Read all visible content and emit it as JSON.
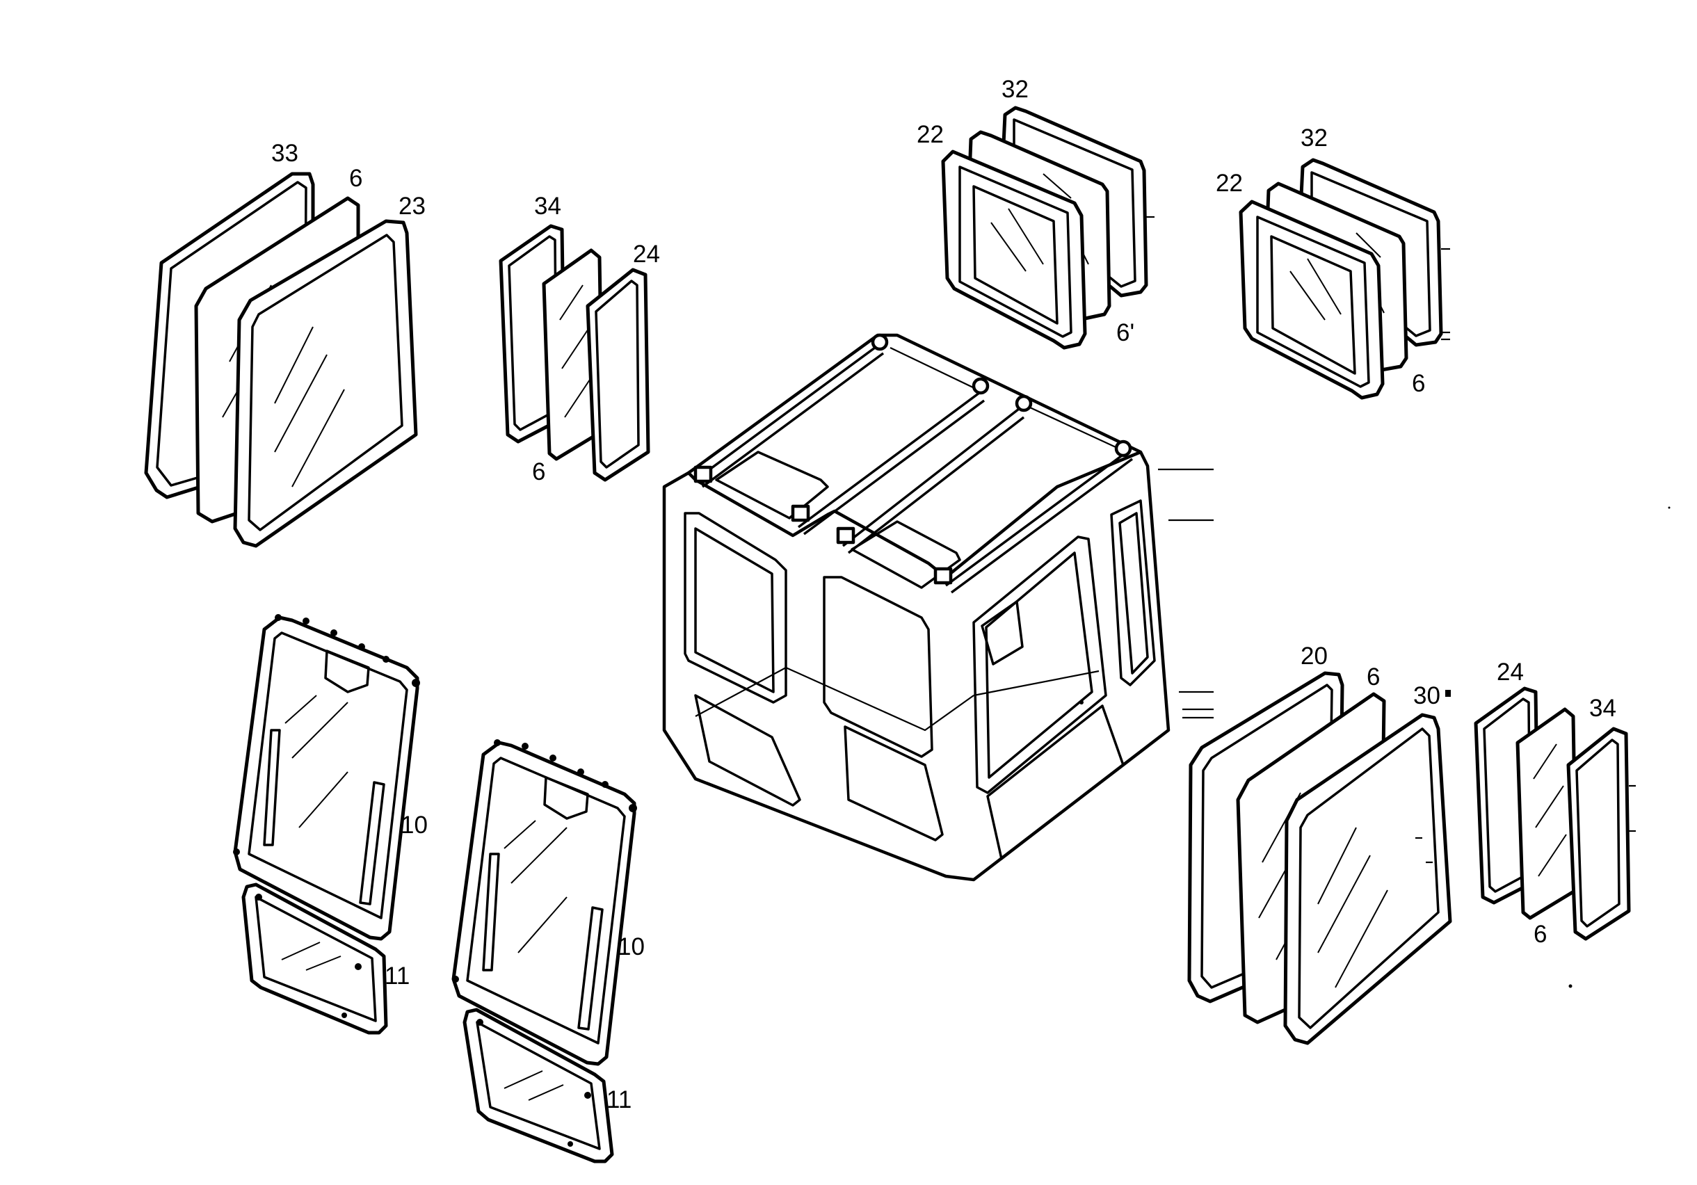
{
  "diagram": {
    "colors": {
      "ink": "#000000",
      "paper": "#ffffff"
    },
    "labels": {
      "tl_33": "33",
      "tl_6": "6",
      "tl_23": "23",
      "tm_34": "34",
      "tm_24": "24",
      "tm_6": "6",
      "rt1_32": "32",
      "rt1_22": "22",
      "rt1_6": "6'",
      "rt2_32": "32",
      "rt2_22": "22",
      "rt2_6": "6",
      "d1_10": "10",
      "d1_11": "11",
      "d2_10": "10",
      "d2_11": "11",
      "rb_20": "20",
      "rb_6": "6",
      "rb_30": "30",
      "rs_24": "24",
      "rs_34": "34",
      "rs_6": "6"
    }
  }
}
